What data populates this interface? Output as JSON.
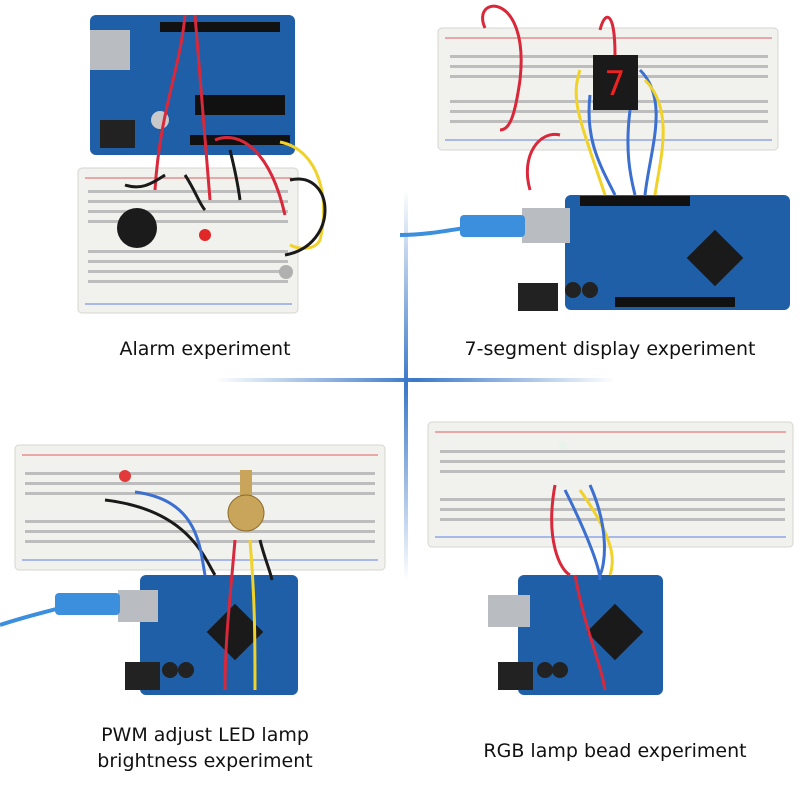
{
  "panels": [
    {
      "caption": "Alarm experiment"
    },
    {
      "caption": "7-segment display experiment"
    },
    {
      "caption": "PWM adjust LED lamp\nbrightness experiment"
    },
    {
      "caption": "RGB lamp bead experiment"
    }
  ],
  "colors": {
    "board_blue": "#1f5fa8",
    "breadboard": "#f1f1ee",
    "wire_red": "#d8283a",
    "wire_blue": "#3b6fd0",
    "wire_yellow": "#f0d22a",
    "wire_black": "#1a1a1a",
    "divider": "#3a78c8"
  },
  "display_digit": "7"
}
